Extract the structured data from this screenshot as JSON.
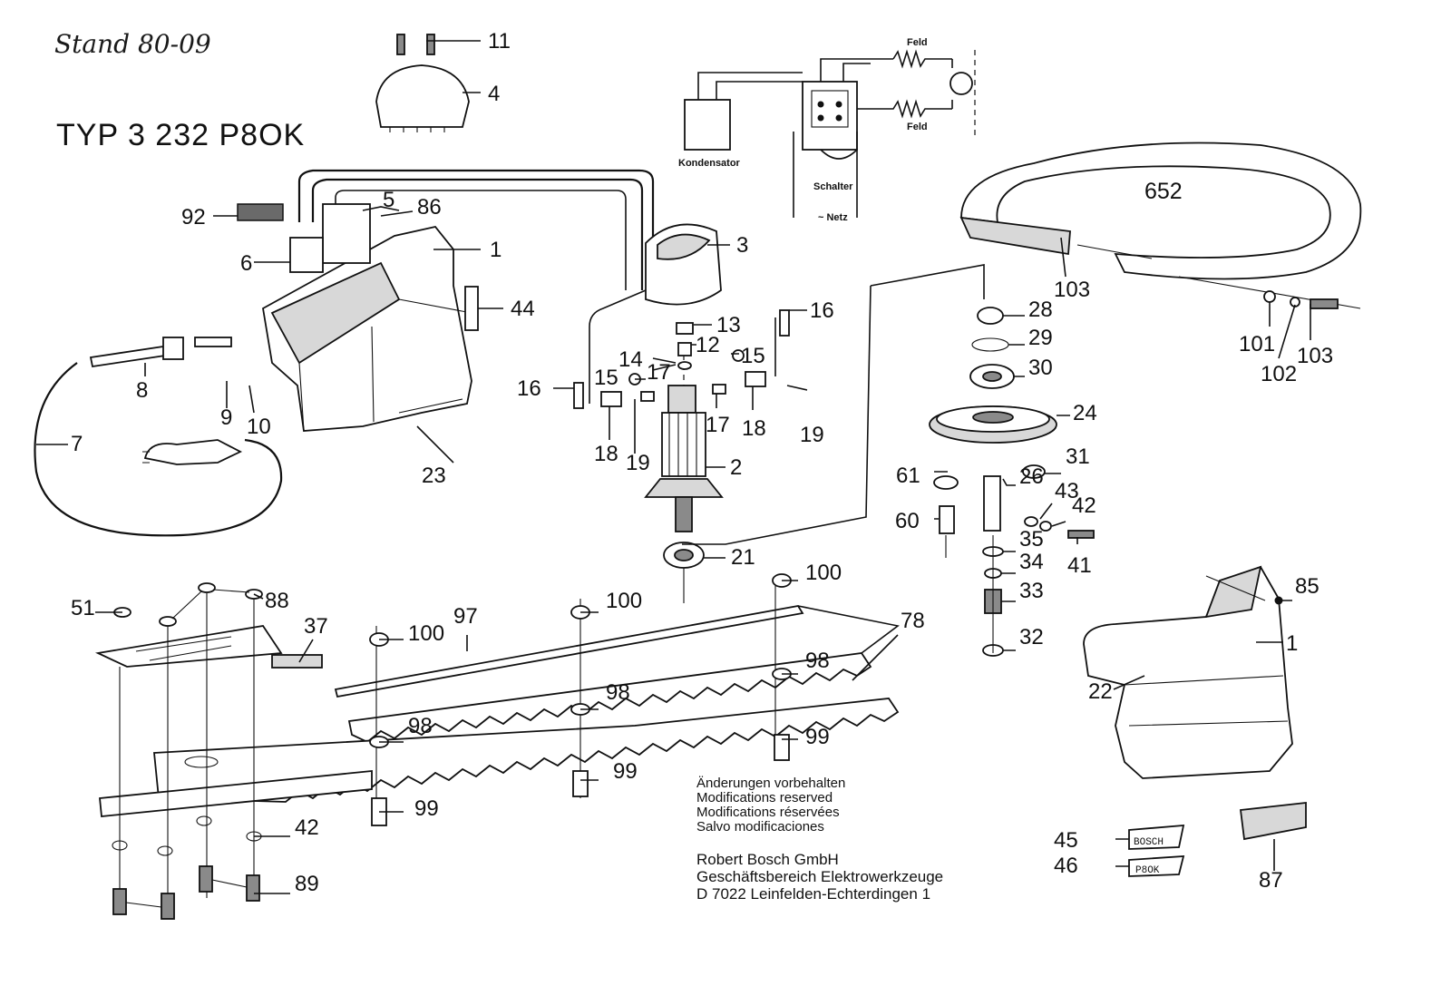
{
  "header": {
    "stand": "Stand 80-09",
    "typ": "TYP 3 232 P8OK"
  },
  "wiring": {
    "feld_top": "Feld",
    "feld_bottom": "Feld",
    "kondensator": "Kondensator",
    "schalter": "Schalter",
    "netz": "~ Netz"
  },
  "notes": {
    "line1": "Änderungen vorbehalten",
    "line2": "Modifications reserved",
    "line3": "Modifications réservées",
    "line4": "Salvo modificaciones"
  },
  "company": {
    "line1": "Robert Bosch GmbH",
    "line2": "Geschäftsbereich Elektrowerkzeuge",
    "line3": "D 7022 Leinfelden-Echterdingen 1"
  },
  "tags": {
    "bosch": "BOSCH",
    "p8ok": "P8OK"
  },
  "parts": [
    {
      "num": "11"
    },
    {
      "num": "4"
    },
    {
      "num": "92"
    },
    {
      "num": "5"
    },
    {
      "num": "86"
    },
    {
      "num": "1"
    },
    {
      "num": "6"
    },
    {
      "num": "44"
    },
    {
      "num": "8"
    },
    {
      "num": "7"
    },
    {
      "num": "9"
    },
    {
      "num": "10"
    },
    {
      "num": "23"
    },
    {
      "num": "3"
    },
    {
      "num": "13"
    },
    {
      "num": "12"
    },
    {
      "num": "14"
    },
    {
      "num": "15"
    },
    {
      "num": "17"
    },
    {
      "num": "15"
    },
    {
      "num": "16"
    },
    {
      "num": "16"
    },
    {
      "num": "18"
    },
    {
      "num": "19"
    },
    {
      "num": "17"
    },
    {
      "num": "18"
    },
    {
      "num": "19"
    },
    {
      "num": "2"
    },
    {
      "num": "21"
    },
    {
      "num": "652"
    },
    {
      "num": "103"
    },
    {
      "num": "101"
    },
    {
      "num": "102"
    },
    {
      "num": "103"
    },
    {
      "num": "28"
    },
    {
      "num": "29"
    },
    {
      "num": "30"
    },
    {
      "num": "24"
    },
    {
      "num": "31"
    },
    {
      "num": "61"
    },
    {
      "num": "26"
    },
    {
      "num": "43"
    },
    {
      "num": "42"
    },
    {
      "num": "60"
    },
    {
      "num": "35"
    },
    {
      "num": "34"
    },
    {
      "num": "41"
    },
    {
      "num": "33"
    },
    {
      "num": "32"
    },
    {
      "num": "85"
    },
    {
      "num": "1"
    },
    {
      "num": "22"
    },
    {
      "num": "51"
    },
    {
      "num": "88"
    },
    {
      "num": "37"
    },
    {
      "num": "100"
    },
    {
      "num": "97"
    },
    {
      "num": "100"
    },
    {
      "num": "100"
    },
    {
      "num": "78"
    },
    {
      "num": "98"
    },
    {
      "num": "98"
    },
    {
      "num": "98"
    },
    {
      "num": "99"
    },
    {
      "num": "99"
    },
    {
      "num": "99"
    },
    {
      "num": "42"
    },
    {
      "num": "89"
    },
    {
      "num": "45"
    },
    {
      "num": "46"
    },
    {
      "num": "87"
    }
  ]
}
